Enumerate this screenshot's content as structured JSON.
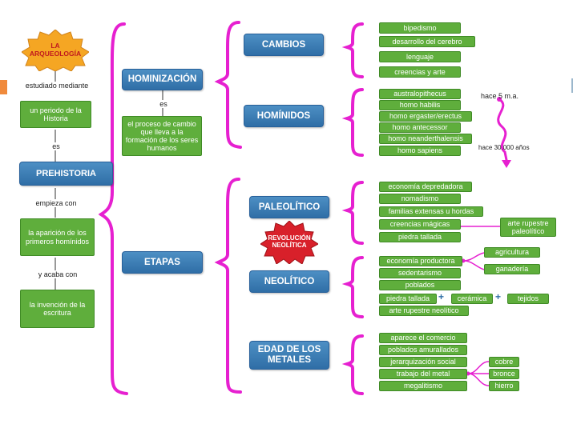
{
  "root": {
    "title": "LA ARQUEOLOGÍA",
    "link1": "estudiado mediante",
    "period": "un periodo de la Historia",
    "link2": "es",
    "prehistoria": "PREHISTORIA",
    "link3": "empieza con",
    "start": "la aparición de los primeros homínidos",
    "link4": "y acaba con",
    "end": "la invención de la escritura"
  },
  "hominizacion": {
    "title": "HOMINIZACIÓN",
    "link": "es",
    "definition": "el proceso de cambio que lleva a la formación de los seres humanos"
  },
  "cambios": {
    "title": "CAMBIOS",
    "items": [
      "bipedismo",
      "desarrollo del cerebro",
      "lenguaje",
      "creencias y arte"
    ]
  },
  "hominidos": {
    "title": "HOMÍNIDOS",
    "items": [
      "australopithecus",
      "homo habilis",
      "homo ergaster/erectus",
      "homo antecessor",
      "homo neanderthalensis",
      "homo sapiens"
    ],
    "time_start": "hace 5 m.a.",
    "time_end": "hace 30.000 años"
  },
  "etapas": {
    "title": "ETAPAS"
  },
  "paleolitico": {
    "title": "PALEOLÍTICO",
    "items": [
      "economía depredadora",
      "nomadismo",
      "familias extensas u hordas",
      "creencias mágicas",
      "piedra tallada"
    ],
    "arte": "arte rupestre paleolítico"
  },
  "revolucion": {
    "label": "REVOLUCIÓN NEOLÍTICA"
  },
  "neolitico": {
    "title": "NEOLÍTICO",
    "items": [
      "economía productora",
      "sedentarismo",
      "poblados",
      "piedra tallada",
      "arte rupestre neolítico"
    ],
    "economia": [
      "agricultura",
      "ganadería"
    ],
    "ceramica": "cerámica",
    "tejidos": "tejidos"
  },
  "metales": {
    "title": "EDAD DE LOS METALES",
    "items": [
      "aparece el comercio",
      "poblados amurallados",
      "jerarquización social",
      "trabajo del metal",
      "megalitismo"
    ],
    "metals": [
      "cobre",
      "bronce",
      "hierro"
    ]
  },
  "colors": {
    "green": "#5fae3c",
    "blue": "#2f6ea6",
    "magenta": "#e620d0",
    "red": "#d8202a",
    "orange": "#f5a623"
  }
}
